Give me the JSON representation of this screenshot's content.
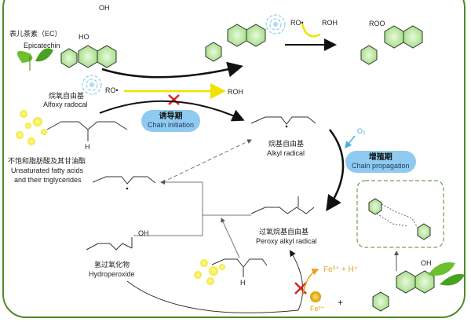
{
  "epicatechin": {
    "cn": "表儿茶素（EC）",
    "en": "Epicatechin"
  },
  "alkoxy": {
    "cn": "烷氧自由基",
    "en": "Alfoxy radocal",
    "symbol": "RO•"
  },
  "roh_top": "ROH",
  "ro_top": "RO•",
  "roh_mid": "ROH",
  "initiation": {
    "cn": "诱导期",
    "en": "Chain initiation"
  },
  "propagation": {
    "cn": "增殖期",
    "en": "Chain propagation"
  },
  "fatty": {
    "cn": "不饱和脂肪酸及其甘油酯",
    "en1": "Unsaturated fatty acids",
    "en2": "and their triglycerides"
  },
  "alkyl": {
    "cn": "烷基自由基",
    "en": "Alkyl radical"
  },
  "peroxy": {
    "cn": "过氧烷基自由基",
    "en": "Peroxy alkyl radical"
  },
  "hydroperoxide": {
    "cn": "氢过氧化物",
    "en": "Hydroperoxide"
  },
  "o2": "O₂",
  "fe3": "Fe³⁺ + H⁺",
  "fe2": "Fe²⁺",
  "plus": "+",
  "h": "H",
  "oh": "OH",
  "ho": "HO",
  "roo": "ROO",
  "colors": {
    "frame": "#4e8a2a",
    "ring": "#a8e08a",
    "yellow": "#f2e200",
    "red": "#e02020",
    "pill": "#8fcaf0",
    "fe": "#e8a020",
    "o2": "#4ab0e0"
  }
}
